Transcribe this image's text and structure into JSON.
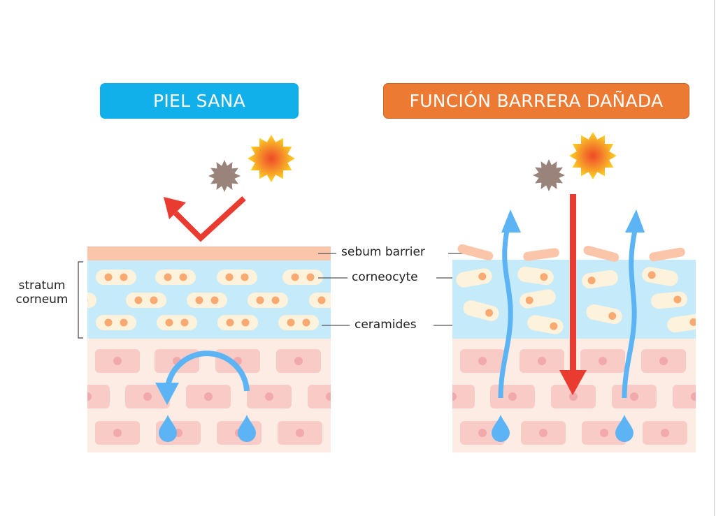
{
  "panels": {
    "healthy": {
      "title": "PIEL SANA",
      "color": "#12b0ea"
    },
    "damaged": {
      "title": "FUNCIÓN BARRERA DAÑADA",
      "color": "#ec7a33"
    }
  },
  "labels": {
    "sebum": "sebum barrier",
    "corneocyte": "corneocyte",
    "ceramides": "ceramides",
    "stratum_line1": "stratum",
    "stratum_line2": "corneum"
  },
  "icons": [
    "sun-icon",
    "pollutant-particle-icon",
    "reflection-arrow-icon",
    "penetration-arrow-icon",
    "water-loss-arrow-icon",
    "water-drop-icon",
    "circular-retention-arrow-icon"
  ],
  "palette": {
    "sebum": "#fac5a8",
    "stratum": "#c5eaf9",
    "corneocyte": "#fdf2dc",
    "nucleus": "#f9aa72",
    "dermis": "#fdece3",
    "dermal_cell": "#f9cbc6",
    "dermal_nucleus": "#f1a9ab",
    "water": "#5cb4f5",
    "uv_arrow": "#ea3b30",
    "particle": "#9a837b"
  }
}
